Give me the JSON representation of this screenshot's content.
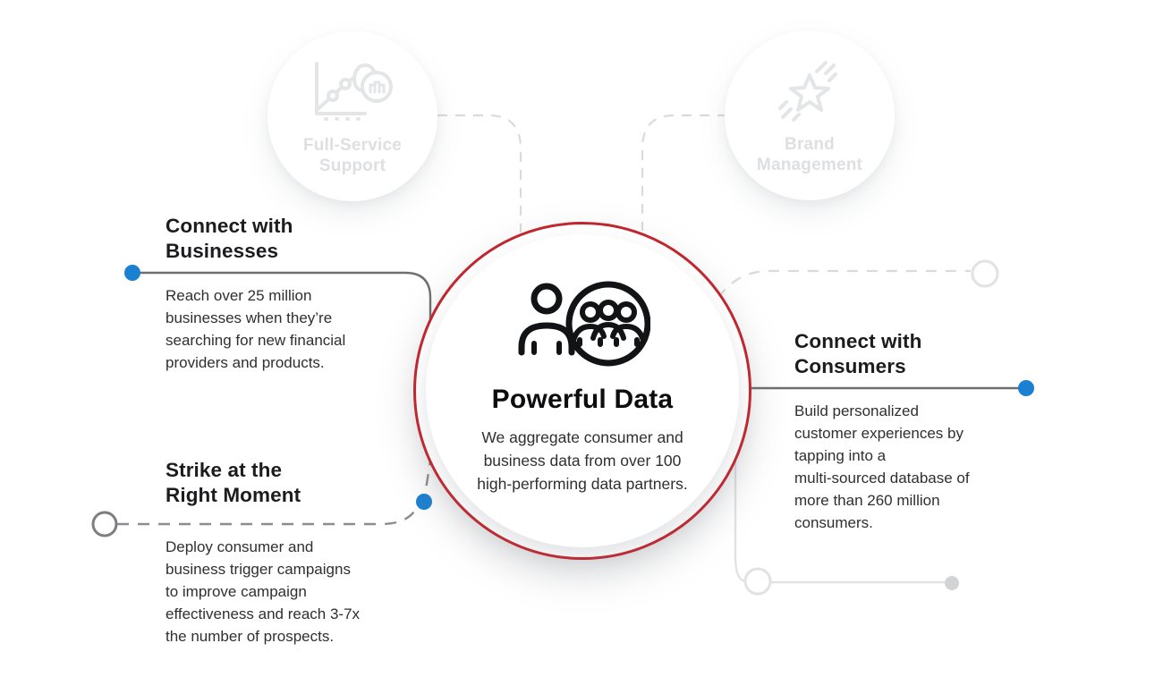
{
  "colors": {
    "accent_red": "#c1272f",
    "accent_blue": "#1b80d2",
    "line_dark": "#6e6f71",
    "line_mid_dash": "#8c8d8e",
    "line_light": "#e2e2e4",
    "dash_light": "#d9dadb",
    "dot_gray": "#d2d3d5",
    "heading_text": "#1c1c1e",
    "body_text": "#2f2f31",
    "faded_text": "#dedfe1",
    "faded_icon": "#e4e5e6"
  },
  "center": {
    "title": "Powerful Data",
    "description": "We aggregate consumer and\nbusiness data from over 100\nhigh-performing data partners.",
    "icon": "people-group-icon"
  },
  "nodes": {
    "businesses": {
      "title": "Connect with\nBusinesses",
      "description": "Reach over 25 million\nbusinesses when they’re\nsearching for new financial\nproviders and products."
    },
    "strike": {
      "title": "Strike at the\nRight Moment",
      "description": "Deploy consumer and\nbusiness trigger campaigns\nto improve campaign\neffectiveness and reach 3-7x\nthe number of prospects."
    },
    "consumers": {
      "title": "Connect with\nConsumers",
      "description": "Build personalized\ncustomer experiences by\ntapping into a\nmulti-sourced database of\nmore than 260 million\nconsumers."
    }
  },
  "faded_nodes": {
    "support": {
      "label": "Full-Service\nSupport",
      "icon": "analytics-chart-icon"
    },
    "brand": {
      "label": "Brand\nManagement",
      "icon": "shooting-star-icon"
    }
  }
}
